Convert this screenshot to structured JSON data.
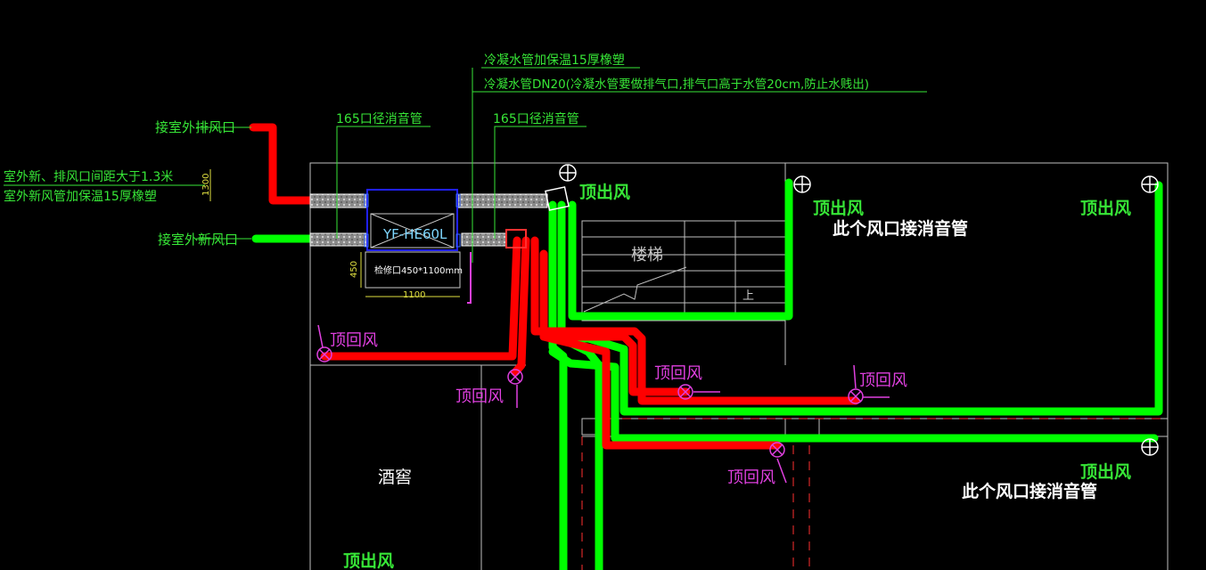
{
  "annotations": {
    "insulation_note": "冷凝水管加保温15厚橡塑",
    "condensate_note": "冷凝水管DN20(冷凝水管要做排气口,排气口高于水管20cm,防止水贱出)",
    "muffler_left": "165口径消音管",
    "muffler_right": "165口径消音管",
    "outdoor_exhaust": "接室外排风口",
    "outdoor_fresh": "接室外新风口",
    "spacing_note": "室外新、排风口间距大于1.3米",
    "fresh_insulation_note": "室外新风管加保温15厚橡塑",
    "dim_1300": "1300",
    "dim_450": "450",
    "dim_1100": "1100",
    "unit_model": "YF-HE60L",
    "access_note": "检修口450*1100mm",
    "stair_label": "楼梯",
    "stair_up": "上",
    "wine_cellar": "酒窖"
  },
  "vents": {
    "supply": "顶出风",
    "return": "顶回风",
    "muffler_note": "此个风口接消音管"
  },
  "colors": {
    "supply_duct": "#00ff00",
    "exhaust_duct": "#ff0000",
    "text_green": "#37e637",
    "text_magenta": "#e040e0",
    "wall": "#bfbfbf",
    "unit_frame": "#2020ff"
  }
}
